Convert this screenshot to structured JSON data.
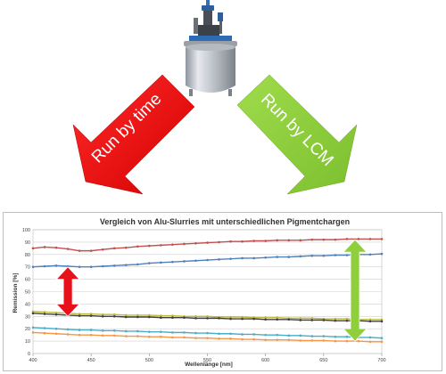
{
  "diagram": {
    "left_arrow": {
      "label": "Run by time",
      "color": "#e8101a"
    },
    "right_arrow": {
      "label": "Run by LCM",
      "color": "#8fcf3c"
    },
    "reactor_icon": "process-reactor-icon"
  },
  "chart_data": {
    "type": "line",
    "title": "Vergleich von Alu-Slurries mit unterschiedlichen Pigmentchargen",
    "xlabel": "Wellenlänge [nm]",
    "ylabel": "Remission [%]",
    "xlim": [
      400,
      700
    ],
    "ylim": [
      0,
      100
    ],
    "xticks": [
      "400",
      "450",
      "500",
      "550",
      "600",
      "650",
      "700"
    ],
    "yticks": [
      "0",
      "10",
      "20",
      "30",
      "40",
      "50",
      "60",
      "70",
      "80",
      "90",
      "100"
    ],
    "grid": true,
    "x": [
      400,
      410,
      420,
      430,
      440,
      450,
      460,
      470,
      480,
      490,
      500,
      510,
      520,
      530,
      540,
      550,
      560,
      570,
      580,
      590,
      600,
      610,
      620,
      630,
      640,
      650,
      660,
      670,
      680,
      690,
      700
    ],
    "series": [
      {
        "color": "#c0504d",
        "values": [
          85.0,
          86.0,
          85.5,
          84.5,
          83.0,
          83.0,
          84.0,
          85.0,
          85.5,
          86.5,
          87.0,
          87.5,
          88.0,
          88.5,
          89.0,
          89.5,
          90.0,
          90.5,
          90.5,
          91.0,
          91.0,
          91.5,
          91.5,
          91.5,
          92.0,
          92.0,
          92.0,
          92.5,
          92.5,
          92.5,
          92.5
        ]
      },
      {
        "color": "#4f81bd",
        "values": [
          70.0,
          70.5,
          71.0,
          70.5,
          70.0,
          70.0,
          70.5,
          71.0,
          71.5,
          72.0,
          73.0,
          73.5,
          74.0,
          74.5,
          75.0,
          75.5,
          76.0,
          76.5,
          77.0,
          77.0,
          77.5,
          78.0,
          78.0,
          78.5,
          79.0,
          79.0,
          79.5,
          79.5,
          80.0,
          80.0,
          80.5
        ]
      },
      {
        "color": "#bfb93a",
        "values": [
          34.0,
          33.5,
          33.0,
          32.5,
          32.0,
          32.0,
          31.5,
          31.5,
          31.0,
          31.0,
          31.0,
          30.5,
          30.5,
          30.0,
          30.0,
          30.0,
          29.5,
          29.5,
          29.5,
          29.0,
          29.0,
          29.0,
          28.5,
          28.5,
          28.5,
          28.0,
          28.0,
          28.0,
          27.5,
          27.5,
          27.5
        ]
      },
      {
        "color": "#404040",
        "values": [
          32.5,
          32.0,
          31.5,
          31.0,
          30.5,
          30.5,
          30.0,
          30.0,
          29.5,
          29.5,
          29.5,
          29.0,
          29.0,
          29.0,
          28.5,
          28.5,
          28.5,
          28.0,
          28.0,
          28.0,
          27.5,
          27.5,
          27.5,
          27.0,
          27.0,
          27.0,
          26.5,
          26.5,
          26.5,
          26.0,
          26.0
        ]
      },
      {
        "color": "#4bacc6",
        "values": [
          21.0,
          20.5,
          20.0,
          19.5,
          19.0,
          19.0,
          18.5,
          18.5,
          18.0,
          18.0,
          17.5,
          17.5,
          17.0,
          17.0,
          16.5,
          16.5,
          16.0,
          16.0,
          15.5,
          15.5,
          15.0,
          15.0,
          14.5,
          14.5,
          14.0,
          14.0,
          13.5,
          13.5,
          13.0,
          13.0,
          12.5
        ]
      },
      {
        "color": "#f79646",
        "values": [
          17.0,
          16.5,
          16.0,
          15.5,
          15.0,
          15.0,
          14.5,
          14.5,
          14.0,
          14.0,
          13.5,
          13.5,
          13.0,
          13.0,
          12.5,
          12.5,
          12.0,
          12.0,
          11.5,
          11.5,
          11.0,
          11.0,
          11.0,
          10.5,
          10.5,
          10.5,
          10.0,
          10.0,
          10.0,
          9.5,
          9.5
        ]
      }
    ],
    "annotations": [
      {
        "type": "double-arrow",
        "color": "#e8101a",
        "x": 430,
        "from": 30,
        "to": 70
      },
      {
        "type": "double-arrow",
        "color": "#8fcf3c",
        "x": 677,
        "from": 10,
        "to": 92
      }
    ]
  }
}
